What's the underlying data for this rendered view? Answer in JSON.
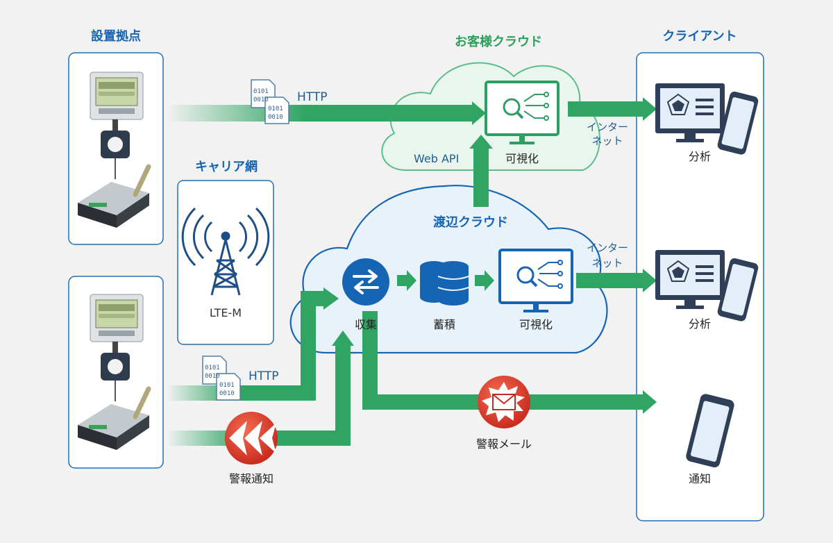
{
  "sections": {
    "site": "設置拠点",
    "customer_cloud": "お客様クラウド",
    "client": "クライアント",
    "carrier": "キャリア網",
    "watanabe_cloud": "渡辺クラウド"
  },
  "labels": {
    "lte": "LTE-M",
    "http_top": "HTTP",
    "http_bottom": "HTTP",
    "web_api": "Web API",
    "visualize_customer": "可視化",
    "collect": "収集",
    "store": "蓄積",
    "visualize_watanabe": "可視化",
    "internet_top_line1": "インター",
    "internet_top_line2": "ネット",
    "internet_mid_line1": "インター",
    "internet_mid_line2": "ネット",
    "analysis_top": "分析",
    "analysis_mid": "分析",
    "notify_client": "通知",
    "alarm_notify": "警報通知",
    "alarm_mail": "警報メール",
    "binary_a": "0101",
    "binary_b": "0010"
  },
  "colors": {
    "arrow_green": "#2fa463",
    "blue_dark": "#1565b4",
    "cloud_green_stroke": "#5bbd88",
    "cloud_blue_stroke": "#1565b4",
    "alarm_red": "#e03a2b"
  },
  "icons": [
    "power-meter-icon",
    "current-sensor-icon",
    "data-logger-icon",
    "cell-tower-icon",
    "binary-file-icon",
    "monitor-analytics-icon",
    "database-icon",
    "exchange-icon",
    "monitor-chart-icon",
    "smartphone-icon",
    "alarm-siren-icon",
    "mail-alert-icon"
  ]
}
